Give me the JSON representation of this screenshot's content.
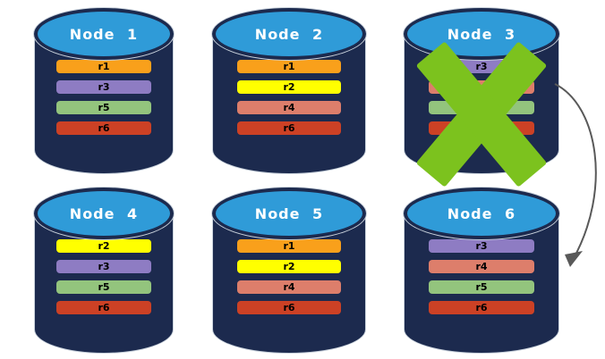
{
  "canvas": {
    "background": "#FFFFFF"
  },
  "colors": {
    "cylinder_body": "#1C2A4E",
    "cylinder_top": "#2F9BD8",
    "cylinder_outline": "#C9D2DC",
    "title_text": "#FFFFFF",
    "row_text": "#000000",
    "x_mark": "#7CC21E",
    "arrow": "#595959",
    "replica_colors": {
      "r1": "#F9A01B",
      "r2": "#FFFF00",
      "r3": "#8E7CC3",
      "r4": "#DD7E6B",
      "r5": "#93C47D",
      "r6": "#CC4125"
    }
  },
  "nodes": [
    {
      "id": "node-1",
      "label": "Node 1",
      "failed": false,
      "col": 1,
      "row": 1,
      "rows": [
        {
          "label": "r1",
          "color": "#F9A01B"
        },
        {
          "label": "r3",
          "color": "#8E7CC3"
        },
        {
          "label": "r5",
          "color": "#93C47D"
        },
        {
          "label": "r6",
          "color": "#CC4125"
        }
      ]
    },
    {
      "id": "node-2",
      "label": "Node 2",
      "failed": false,
      "col": 2,
      "row": 1,
      "rows": [
        {
          "label": "r1",
          "color": "#F9A01B"
        },
        {
          "label": "r2",
          "color": "#FFFF00"
        },
        {
          "label": "r4",
          "color": "#DD7E6B"
        },
        {
          "label": "r6",
          "color": "#CC4125"
        }
      ]
    },
    {
      "id": "node-3",
      "label": "Node 3",
      "failed": true,
      "col": 3,
      "row": 1,
      "rows": [
        {
          "label": "r3",
          "color": "#8E7CC3"
        },
        {
          "label": "r4",
          "color": "#DD7E6B"
        },
        {
          "label": "r5",
          "color": "#93C47D"
        },
        {
          "label": "r6",
          "color": "#CC4125"
        }
      ]
    },
    {
      "id": "node-4",
      "label": "Node 4",
      "failed": false,
      "col": 1,
      "row": 2,
      "rows": [
        {
          "label": "r2",
          "color": "#FFFF00"
        },
        {
          "label": "r3",
          "color": "#8E7CC3"
        },
        {
          "label": "r5",
          "color": "#93C47D"
        },
        {
          "label": "r6",
          "color": "#CC4125"
        }
      ]
    },
    {
      "id": "node-5",
      "label": "Node 5",
      "failed": false,
      "col": 2,
      "row": 2,
      "rows": [
        {
          "label": "r1",
          "color": "#F9A01B"
        },
        {
          "label": "r2",
          "color": "#FFFF00"
        },
        {
          "label": "r4",
          "color": "#DD7E6B"
        },
        {
          "label": "r6",
          "color": "#CC4125"
        }
      ]
    },
    {
      "id": "node-6",
      "label": "Node 6",
      "failed": false,
      "col": 3,
      "row": 2,
      "rows": [
        {
          "label": "r3",
          "color": "#8E7CC3"
        },
        {
          "label": "r4",
          "color": "#DD7E6B"
        },
        {
          "label": "r5",
          "color": "#93C47D"
        },
        {
          "label": "r6",
          "color": "#CC4125"
        }
      ]
    }
  ],
  "arrow": {
    "from": "Node 3",
    "to": "Node 6"
  }
}
